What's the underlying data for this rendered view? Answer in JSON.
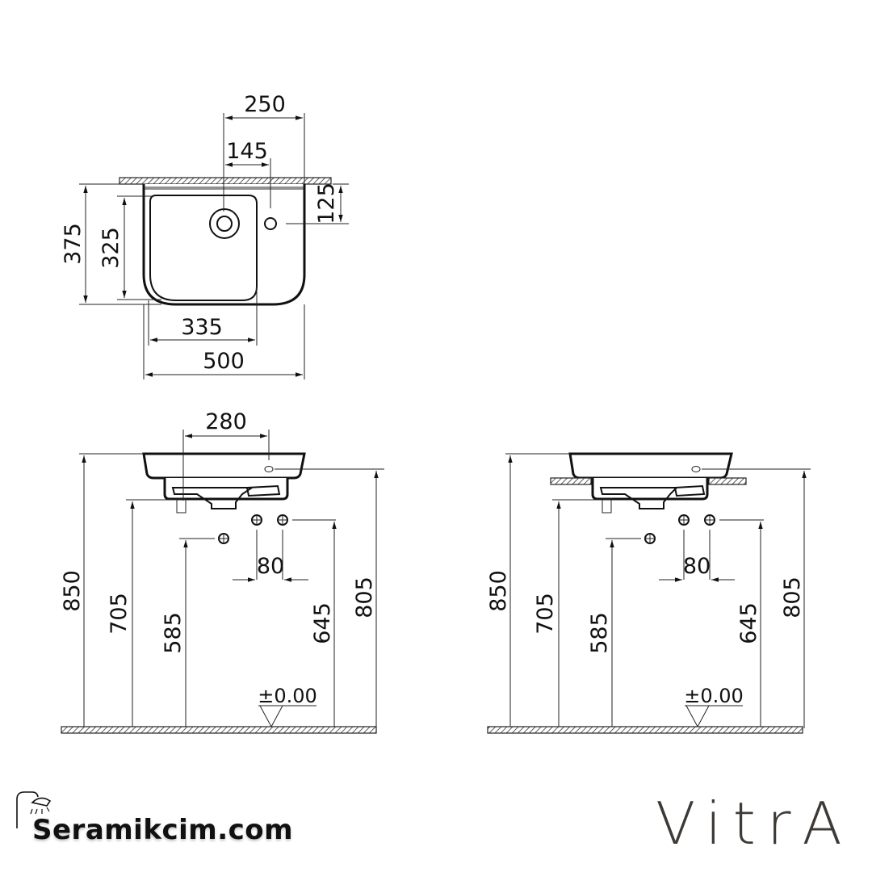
{
  "drawing": {
    "top_view": {
      "overall_width": "500",
      "basin_width": "335",
      "overall_depth": "375",
      "basin_depth": "325",
      "tap_hole_offset": "250",
      "drain_to_tap": "145",
      "tap_from_wall": "125"
    },
    "side_view_left": {
      "drain_spacing": "280",
      "rim_height": "850",
      "bracket_height": "705",
      "waste_height": "585",
      "supply_height": "645",
      "overflow_height": "805",
      "supply_spacing": "80",
      "floor_level": "±0.00"
    },
    "side_view_right": {
      "rim_height": "850",
      "bracket_height": "705",
      "waste_height": "585",
      "supply_height": "645",
      "overflow_height": "805",
      "supply_spacing": "80",
      "floor_level": "±0.00"
    }
  },
  "branding": {
    "retailer": "Seramikcim.com",
    "manufacturer": "VitrA"
  },
  "colors": {
    "line": "#111111",
    "brand": "#3d3a37"
  }
}
